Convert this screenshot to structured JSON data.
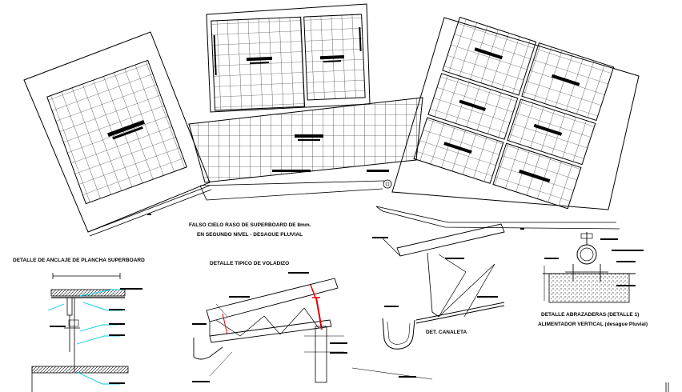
{
  "plan": {
    "title_line1": "FALSO CIELO RASO DE SUPERBOARD DE 8mm.",
    "title_line2": "EN  SEGUNDO NIVEL - DESAGUE PLUVIAL"
  },
  "details": {
    "anclaje": "DETALLE DE ANCLAJE DE PLANCHA SUPERBOARD",
    "volado": "DETALLE TIPICO DE VOLADIZO",
    "canaleta": "DET. CANALETA",
    "abrazaderas_line1": "DETALLE ABRAZADERAS    (DETALLE 1)",
    "abrazaderas_line2": "ALIMENTADOR VERTICAL (desague Pluvial)"
  },
  "colors": {
    "line": "#000000",
    "leader": "#00c8e6",
    "accent": "#e00000"
  }
}
